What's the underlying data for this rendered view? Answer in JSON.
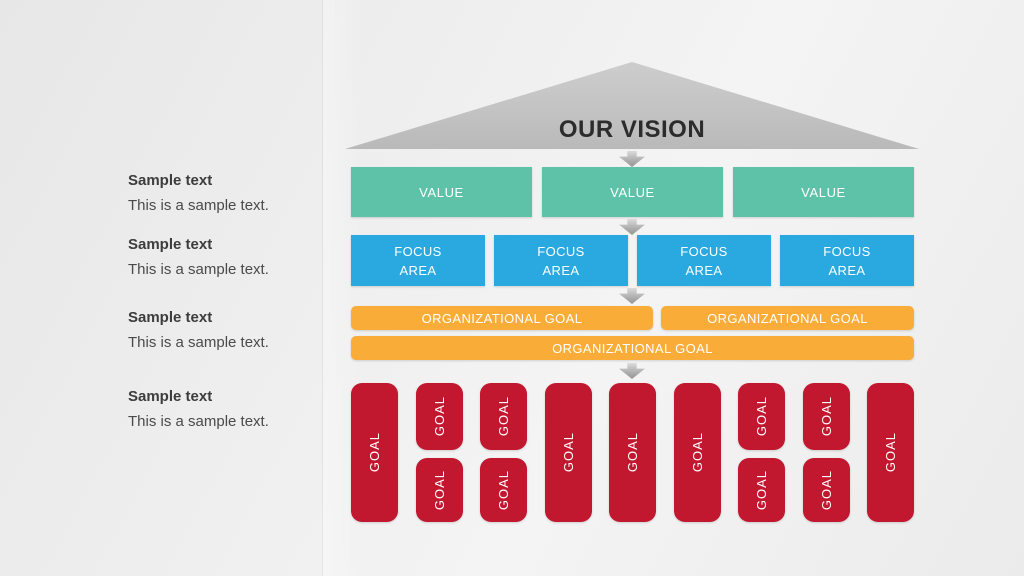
{
  "slide": {
    "title": "OUR VISION",
    "left_panel": {
      "items": [
        {
          "title": "Sample text",
          "body": "This is a sample text."
        },
        {
          "title": "Sample text",
          "body": "This is a sample text."
        },
        {
          "title": "Sample text",
          "body": "This is a sample text."
        },
        {
          "title": "Sample text",
          "body": "This is a sample text."
        }
      ]
    },
    "pyramid": {
      "values": [
        "VALUE",
        "VALUE",
        "VALUE"
      ],
      "focus_areas": [
        "FOCUS AREA",
        "FOCUS AREA",
        "FOCUS AREA",
        "FOCUS AREA"
      ],
      "org_goals_top": [
        "ORGANIZATIONAL GOAL",
        "ORGANIZATIONAL GOAL"
      ],
      "org_goal_wide": "ORGANIZATIONAL GOAL",
      "goal_columns": [
        {
          "type": "tall",
          "labels": [
            "GOAL"
          ]
        },
        {
          "type": "stacked",
          "labels": [
            "GOAL",
            "GOAL"
          ]
        },
        {
          "type": "stacked",
          "labels": [
            "GOAL",
            "GOAL"
          ]
        },
        {
          "type": "tall",
          "labels": [
            "GOAL"
          ]
        },
        {
          "type": "tall",
          "labels": [
            "GOAL"
          ]
        },
        {
          "type": "tall",
          "labels": [
            "GOAL"
          ]
        },
        {
          "type": "stacked",
          "labels": [
            "GOAL",
            "GOAL"
          ]
        },
        {
          "type": "stacked",
          "labels": [
            "GOAL",
            "GOAL"
          ]
        },
        {
          "type": "tall",
          "labels": [
            "GOAL"
          ]
        }
      ]
    },
    "colors": {
      "teal": "#5ec2a9",
      "blue": "#29a9e0",
      "orange": "#f9ac38",
      "red": "#c1172f",
      "roof_gray": "#c3c3c3",
      "title_text": "#2c2c2c",
      "box_text": "#ffffff"
    }
  }
}
